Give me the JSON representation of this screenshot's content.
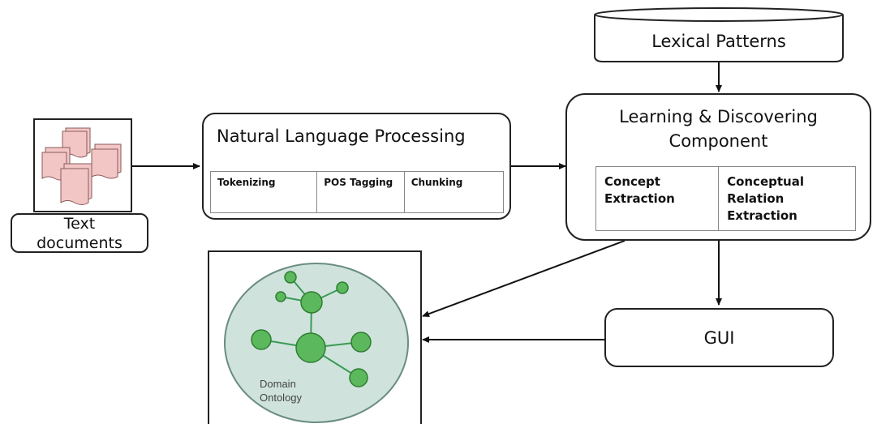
{
  "text_documents": {
    "label_line1": "Text",
    "label_line2": "documents"
  },
  "nlp": {
    "title": "Natural Language  Processing",
    "steps": [
      "Tokenizing",
      "POS Tagging",
      "Chunking"
    ]
  },
  "lexical_patterns": {
    "label": "Lexical Patterns"
  },
  "learning": {
    "title_line1": "Learning & Discovering",
    "title_line2": "Component",
    "left_cell": [
      "Concept",
      "Extraction"
    ],
    "right_cell": [
      "Conceptual",
      "Relation",
      "Extraction"
    ]
  },
  "gui": {
    "label": "GUI"
  },
  "ontology": {
    "label_line1": "Domain",
    "label_line2": "Ontology"
  },
  "colors": {
    "node_fill": "#5cb85c",
    "node_stroke": "#2e7d32",
    "circle_fill": "#cfe3dc",
    "doc_fill": "#f3c6c6"
  }
}
